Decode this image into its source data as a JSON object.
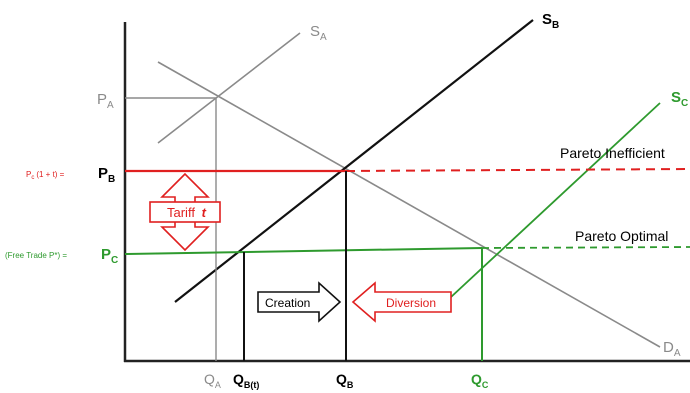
{
  "labels": {
    "supply_a": "S",
    "supply_a_sub": "A",
    "supply_b": "S",
    "supply_b_sub": "B",
    "supply_c": "S",
    "supply_c_sub": "C",
    "demand_a": "D",
    "demand_a_sub": "A",
    "price_a": "P",
    "price_a_sub": "A",
    "price_b_prefix": "P",
    "price_b_prefix_sub": "c",
    "price_b_formula": "(1 + t) =",
    "price_b": "P",
    "price_b_sub": "B",
    "price_c_prefix": "(Free Trade P*) =",
    "price_c": "P",
    "price_c_sub": "C",
    "qty_a": "Q",
    "qty_a_sub": "A",
    "qty_bt": "Q",
    "qty_bt_sub": "B(t)",
    "qty_b": "Q",
    "qty_b_sub": "B",
    "qty_c": "Q",
    "qty_c_sub": "C",
    "tariff_word": "Tariff",
    "tariff_symbol": "t",
    "pareto_inefficient": "Pareto Inefficient",
    "pareto_optimal": "Pareto Optimal",
    "creation": "Creation",
    "diversion": "Diversion"
  },
  "colors": {
    "axis": "#222222",
    "supply_a": "#8a8a8a",
    "supply_b": "#111111",
    "supply_c": "#2e9a2e",
    "demand": "#8a8a8a",
    "tariff_price": "#e02020",
    "free_trade_price": "#2e9a2e",
    "arrow_creation": "#111111",
    "arrow_diversion": "#e02020"
  }
}
